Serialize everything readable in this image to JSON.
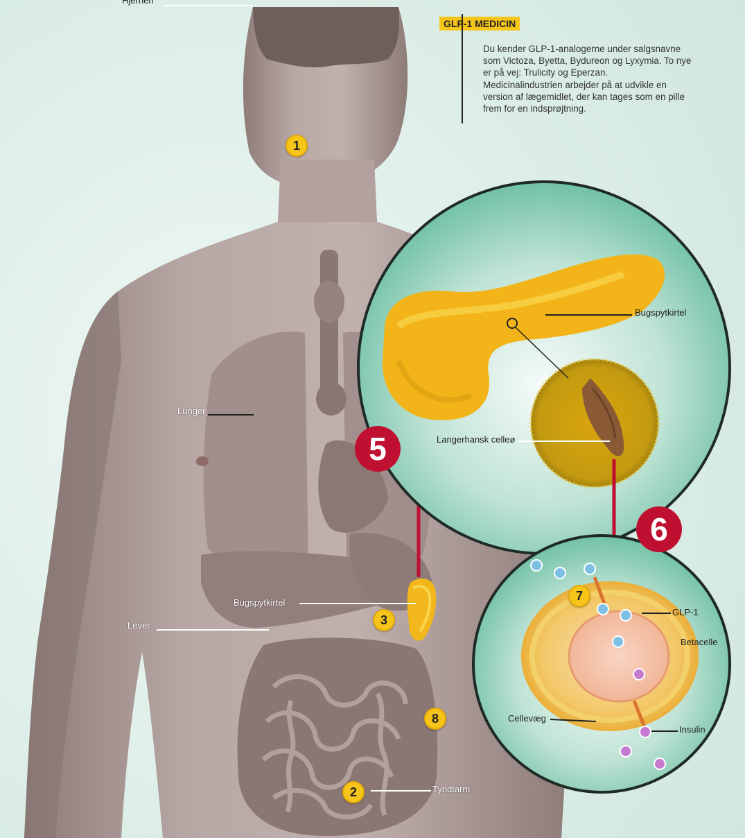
{
  "sidebar_info": {
    "tag": "GLP-1 MEDICIN",
    "lines": [
      "Du kender GLP-1-analogerne under salgsnavne",
      "som Victoza, Byetta, Bydureon og Lyxymia. To nye",
      "er på vej: Trulicity og Eperzan.",
      "Medicinalindustrien arbejder på at udvikle en",
      "version af lægemidlet, der kan tages som en pille",
      "frem for en indsprøjtning."
    ]
  },
  "body_labels": {
    "top_cut": "Hjernen",
    "lunger": "Lunger",
    "bugspytkirtel": "Bugspytkirtel",
    "lever": "Lever",
    "tyndtarm": "Tyndtarm"
  },
  "pancreas_zoom": {
    "bugspytkirtel": "Bugspytkirtel",
    "langerhans": "Langerhansk celleø"
  },
  "cell_zoom": {
    "glp1": "GLP-1",
    "betacelle": "Betacelle",
    "cellevaeg": "Cellevæg",
    "insulin": "Insulin"
  },
  "markers": {
    "m1": "1",
    "m2": "2",
    "m3": "3",
    "m5": "5",
    "m6": "6",
    "m7": "7",
    "m8": "8"
  },
  "colors": {
    "background": "#d7ebe4",
    "skin": "#b3a29f",
    "organ": "#a08c89",
    "pancreas": "#f0b81c",
    "arrow": "#c01031",
    "badge": "#f6c51a",
    "zoom_circle": "#6fc2a8"
  }
}
